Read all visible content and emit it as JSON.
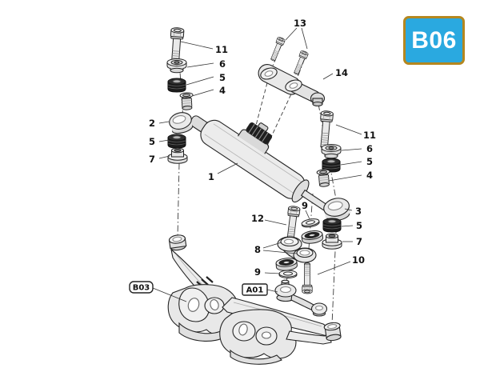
{
  "badge": {
    "label": "B06",
    "fill": "#2aa9e0",
    "border": "#b5871f",
    "text_color": "#ffffff"
  },
  "diagram": {
    "description": "Exploded parts diagram: steering damper with mounting hardware, linkage and subframe arms",
    "line_color": "#242424",
    "rubber_color": "#1c1c1c",
    "callouts": [
      {
        "label": "13"
      },
      {
        "label": "11"
      },
      {
        "label": "6"
      },
      {
        "label": "5"
      },
      {
        "label": "4"
      },
      {
        "label": "14"
      },
      {
        "label": "2"
      },
      {
        "label": "5"
      },
      {
        "label": "7"
      },
      {
        "label": "1"
      },
      {
        "label": "11"
      },
      {
        "label": "6"
      },
      {
        "label": "5"
      },
      {
        "label": "4"
      },
      {
        "label": "3"
      },
      {
        "label": "9"
      },
      {
        "label": "12"
      },
      {
        "label": "5"
      },
      {
        "label": "7"
      },
      {
        "label": "8"
      },
      {
        "label": "10"
      },
      {
        "label": "9"
      }
    ],
    "ref_boxes": [
      {
        "label": "B03"
      },
      {
        "label": "A01"
      }
    ]
  }
}
